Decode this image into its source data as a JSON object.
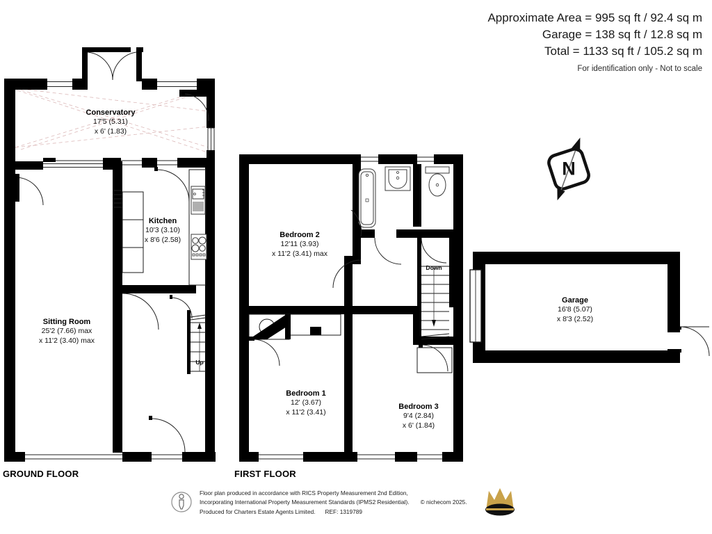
{
  "header": {
    "approximate_area": "Approximate Area = 995 sq ft / 92.4 sq m",
    "garage_area": "Garage = 138 sq ft / 12.8 sq m",
    "total_area": "Total = 1133 sq ft / 105.2 sq m",
    "disclaimer": "For identification only - Not to scale"
  },
  "floors": {
    "ground_label": "GROUND FLOOR",
    "first_label": "FIRST FLOOR"
  },
  "rooms": [
    {
      "id": "conservatory",
      "name": "Conservatory",
      "dim_line_1": "17'5 (5.31)",
      "dim_line_2": "x 6' (1.83)"
    },
    {
      "id": "kitchen",
      "name": "Kitchen",
      "dim_line_1": "10'3 (3.10)",
      "dim_line_2": "x 8'6 (2.58)"
    },
    {
      "id": "sitting-room",
      "name": "Sitting Room",
      "dim_line_1": "25'2 (7.66) max",
      "dim_line_2": "x 11'2 (3.40) max"
    },
    {
      "id": "bedroom-2",
      "name": "Bedroom 2",
      "dim_line_1": "12'11 (3.93)",
      "dim_line_2": "x 11'2 (3.41) max"
    },
    {
      "id": "bedroom-1",
      "name": "Bedroom 1",
      "dim_line_1": "12' (3.67)",
      "dim_line_2": "x 11'2 (3.41)"
    },
    {
      "id": "bedroom-3",
      "name": "Bedroom 3",
      "dim_line_1": "9'4 (2.84)",
      "dim_line_2": "x 6' (1.84)"
    },
    {
      "id": "garage",
      "name": "Garage",
      "dim_line_1": "16'8 (5.07)",
      "dim_line_2": "x 8'3 (2.52)"
    }
  ],
  "stairs": {
    "ground_direction": "Up",
    "first_direction": "Down"
  },
  "compass": {
    "north_letter": "N"
  },
  "footer": {
    "line_1": "Floor plan produced in accordance with RICS Property Measurement 2nd Edition,",
    "line_2": "Incorporating International Property Measurement Standards (IPMS2 Residential).",
    "copyright": "© nichecom 2025.",
    "line_3": "Produced for Charters Estate Agents Limited.",
    "reference": "REF: 1319789"
  },
  "colors": {
    "wall": "#000000",
    "thin_line": "#1a1a1a",
    "glazing_dash": "#d9b3b3",
    "crown_gold": "#c9a24a",
    "crown_dark": "#111111",
    "background": "#ffffff"
  }
}
